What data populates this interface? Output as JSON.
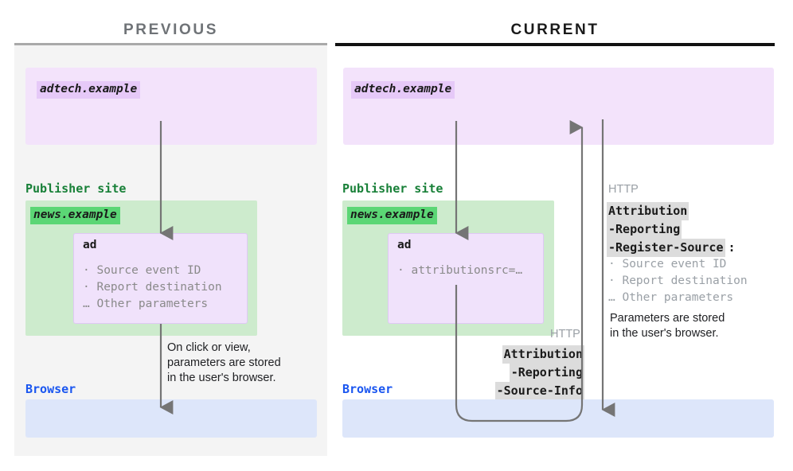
{
  "panels": {
    "previous": {
      "title": "PREVIOUS",
      "adtech_domain": "adtech.example",
      "publisher_label": "Publisher site",
      "publisher_domain": "news.example",
      "ad_title": "ad",
      "ad_params": "· Source event ID\n· Report destination\n… Other parameters",
      "browser_label": "Browser",
      "note": "On click or view,\nparameters are stored\nin the user's browser."
    },
    "current": {
      "title": "CURRENT",
      "adtech_domain": "adtech.example",
      "publisher_label": "Publisher site",
      "publisher_domain": "news.example",
      "ad_title": "ad",
      "ad_params": "· attributionsrc=…",
      "browser_label": "Browser",
      "note": "Parameters are stored\nin the user's browser.",
      "request_header": {
        "protocol_label": "HTTP",
        "line1": "Attribution",
        "line2": "-Reporting",
        "line3": "-Source-Info"
      },
      "response_header": {
        "protocol_label": "HTTP",
        "line1": "Attribution",
        "line2": "-Reporting",
        "line3": "-Register-Source",
        "colon": ":",
        "params": "· Source event ID\n· Report destination\n… Other parameters"
      }
    }
  },
  "colors": {
    "adtech_purple_bg": "#f3e3fb",
    "adtech_chip": "#e6c9f8",
    "publisher_green_bg": "#cdebcd",
    "publisher_chip": "#5bd675",
    "publisher_label": "#188038",
    "browser_blue_bg": "#dde6fa",
    "browser_label": "#1a56f0",
    "header_highlight": "#dcdcdc",
    "arrow_gray": "#757575",
    "previous_title": "#6f7377",
    "current_title": "#1a1a1a"
  }
}
